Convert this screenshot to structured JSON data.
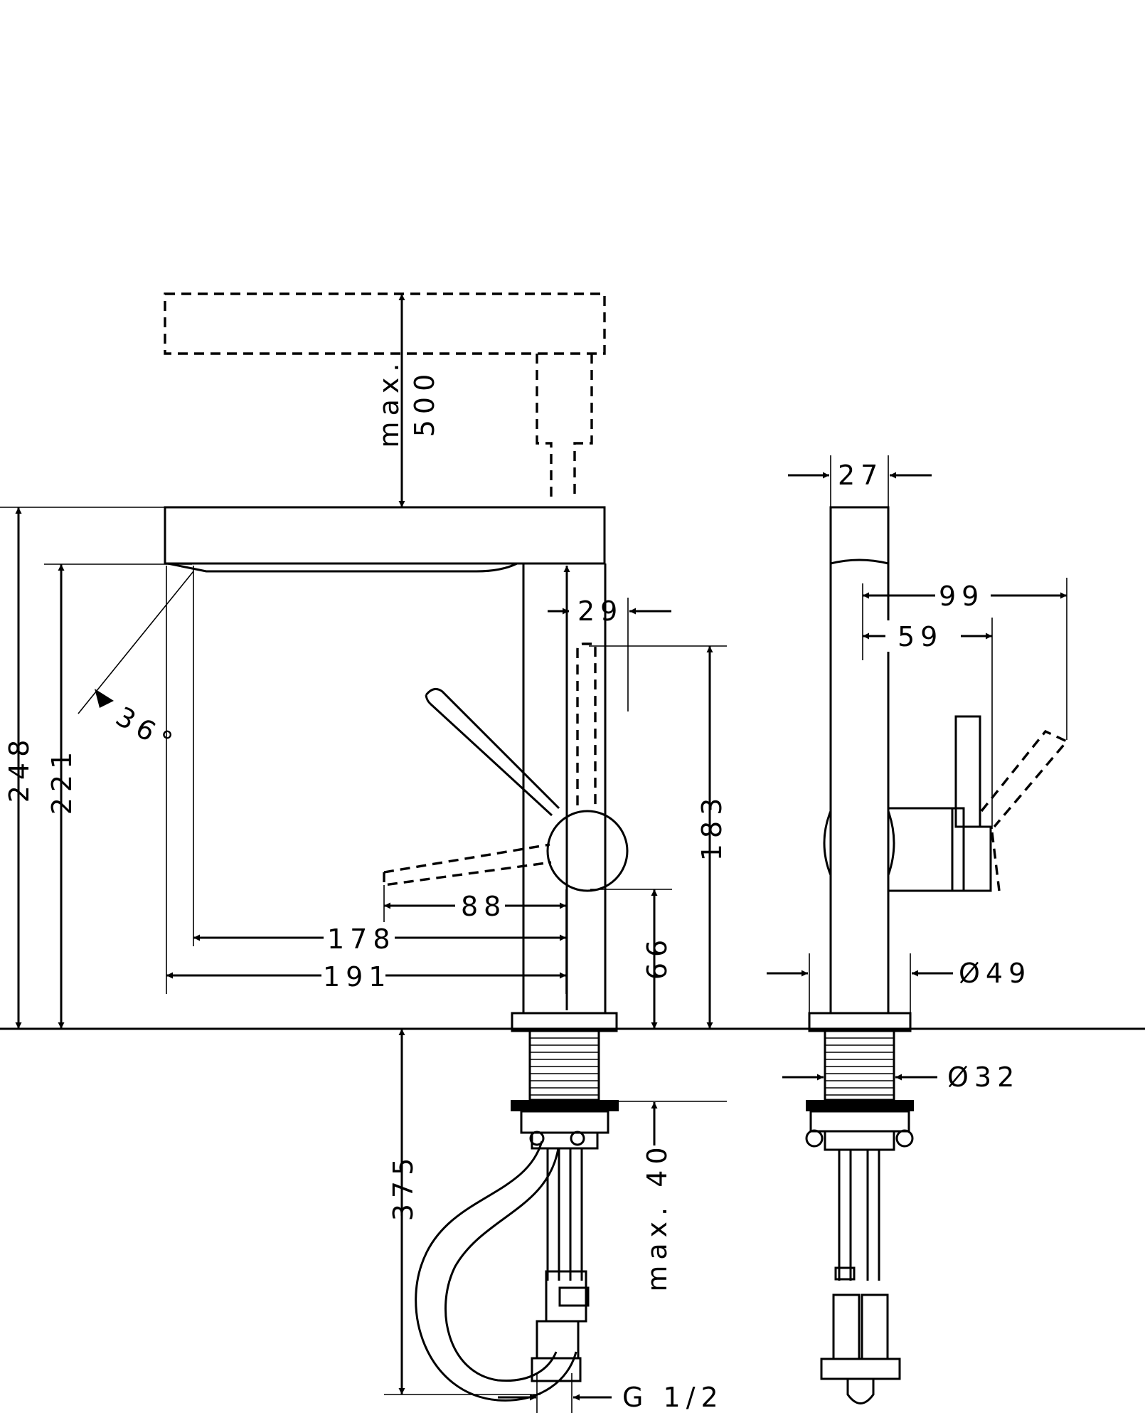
{
  "dimensions": {
    "max_500": "max. 500",
    "d248": "248",
    "d221": "221",
    "angle": "36°",
    "d29": "29",
    "d183": "183",
    "d88": "88",
    "d178": "178",
    "d191": "191",
    "d66": "66",
    "d375": "375",
    "max_40": "max. 40",
    "thread": "G 1/2",
    "d27": "27",
    "d99": "99",
    "d59": "59",
    "dia49": "Ø49",
    "dia32": "Ø32"
  }
}
